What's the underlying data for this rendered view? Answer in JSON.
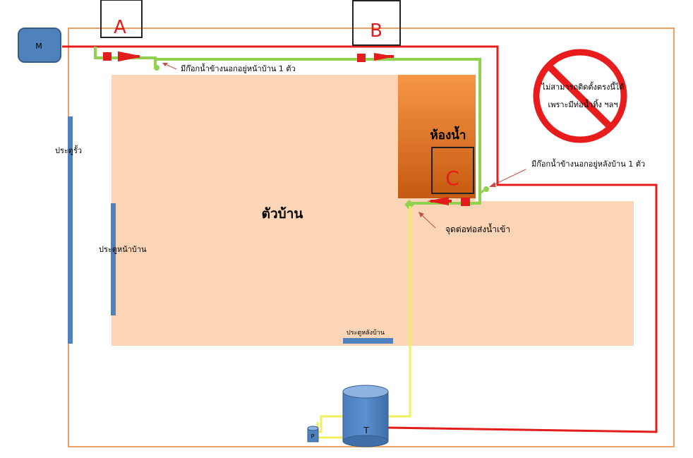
{
  "meter_label": "M",
  "tank_label": "T",
  "pump_label": "P",
  "box_a_label": "A",
  "box_b_label": "B",
  "box_c_label": "C",
  "house_label": "ตัวบ้าน",
  "bathroom_label": "ห้องน้ำ",
  "fence_gate_label": "ประตูรั้ว",
  "front_door_label": "ประตูหน้าบ้าน",
  "back_door_label": "ประตูหลังบ้าน",
  "front_faucet_note": "มีก๊อกน้ำข้างนอกอยู่หน้าบ้าน 1 ตัว",
  "back_faucet_note": "มีก๊อกน้ำข้างนอกอยู่หลังบ้าน 1 ตัว",
  "inlet_note": "จุดต่อท่อส่งน้ำเข้า",
  "no_install_line1": "ไม่สามารถติดตั้งตรงนี้ได้",
  "no_install_line2": "เพราะมีท่อน้ำทิ้ง ฯลฯ",
  "colors": {
    "property_border": "#f0a060",
    "house_fill": "#fbd5b5",
    "bathroom_fill": "#e46c0a",
    "blue_fill": "#4f81bd",
    "blue_stroke": "#385d8a",
    "red_pipe": "#e31c1c",
    "green_pipe": "#92d050",
    "yellow_pipe": "#f2ef5c",
    "prohibit_red": "#e81c1c"
  }
}
